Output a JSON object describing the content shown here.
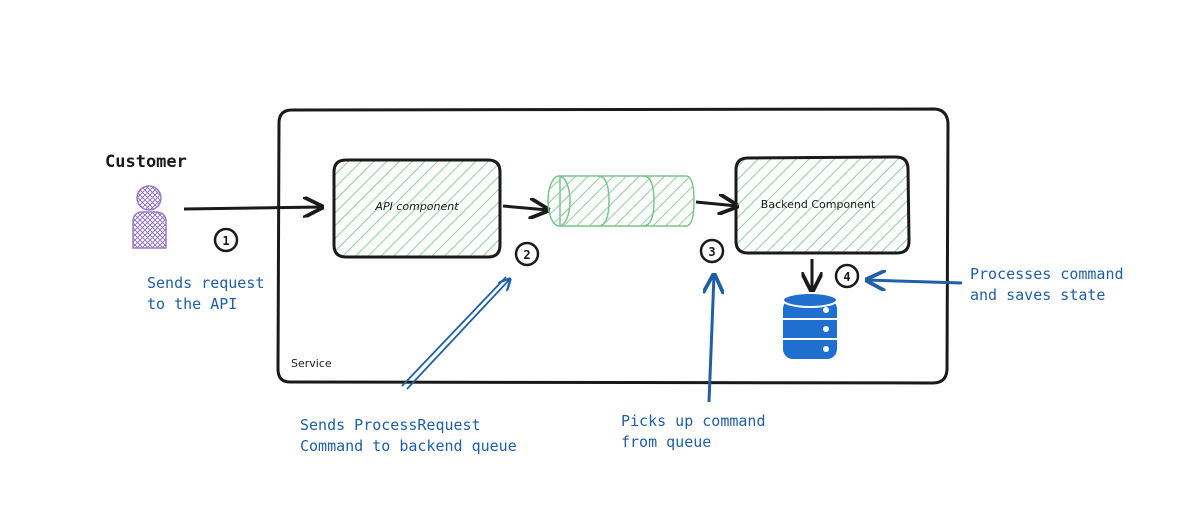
{
  "customer": {
    "title": "Customer"
  },
  "service": {
    "label": "Service"
  },
  "components": {
    "api": "API component",
    "backend": "Backend Component"
  },
  "steps": [
    "1",
    "2",
    "3",
    "4"
  ],
  "annotations": {
    "sends_request": [
      "Sends request",
      "to the API"
    ],
    "sends_command": [
      "Sends ProcessRequest",
      "Command to backend queue"
    ],
    "picks_up": [
      "Picks up command",
      "from queue"
    ],
    "processes": [
      "Processes command",
      "and saves state"
    ]
  },
  "colors": {
    "ink": "#1a1a1a",
    "accent_blue": "#1f5fa8",
    "hatch_green": "#8fd19e",
    "person_purple": "#9b7cc4",
    "db_blue": "#1e6fd0"
  },
  "icons": {
    "customer": "person-icon",
    "queue": "queue-cylinder-icon",
    "database": "database-icon"
  }
}
